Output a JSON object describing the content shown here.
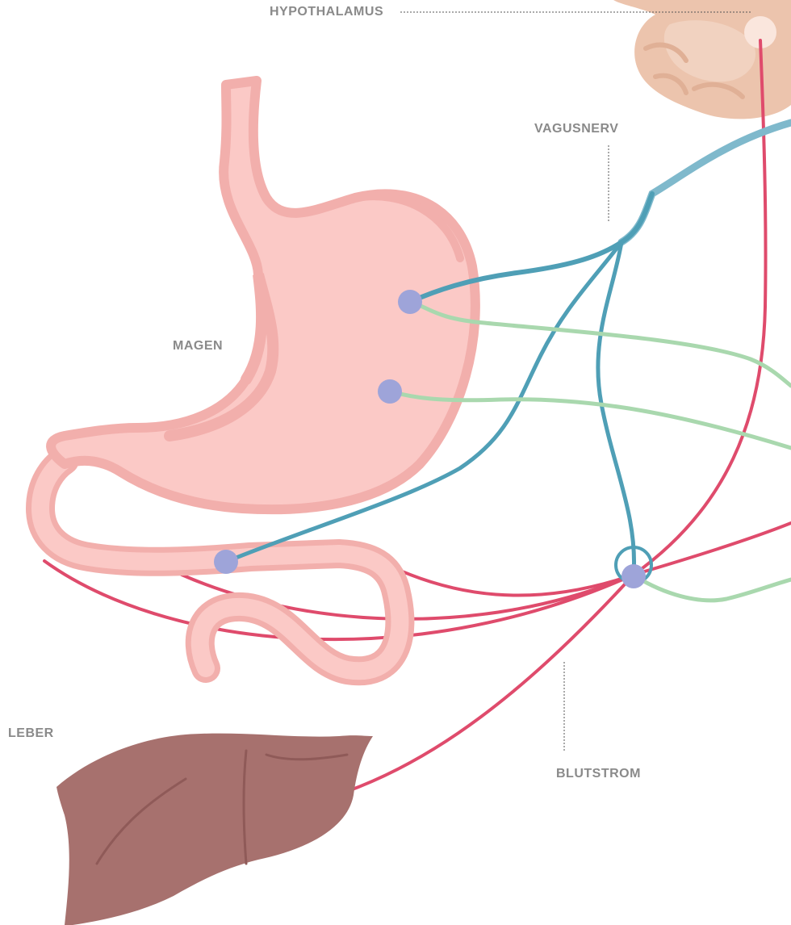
{
  "labels": {
    "hypothalamus": "HYPOTHALAMUS",
    "vagusnerv": "VAGUSNERV",
    "magen": "MAGEN",
    "leber": "LEBER",
    "blutstrom": "BLUTSTROM"
  },
  "colors": {
    "label_text": "#8a8a8a",
    "brain": "#ecc4ad",
    "brain_dark": "#e0b096",
    "stomach_fill": "#fbc9c6",
    "stomach_edge": "#f2afac",
    "liver_fill": "#a7716e",
    "liver_edge": "#8f5a58",
    "vagus_nerve": "#4f9fb6",
    "sensory_fiber": "#a9d8ae",
    "blood_vessel": "#df4b6c",
    "receptor": "#9ea4d9"
  }
}
